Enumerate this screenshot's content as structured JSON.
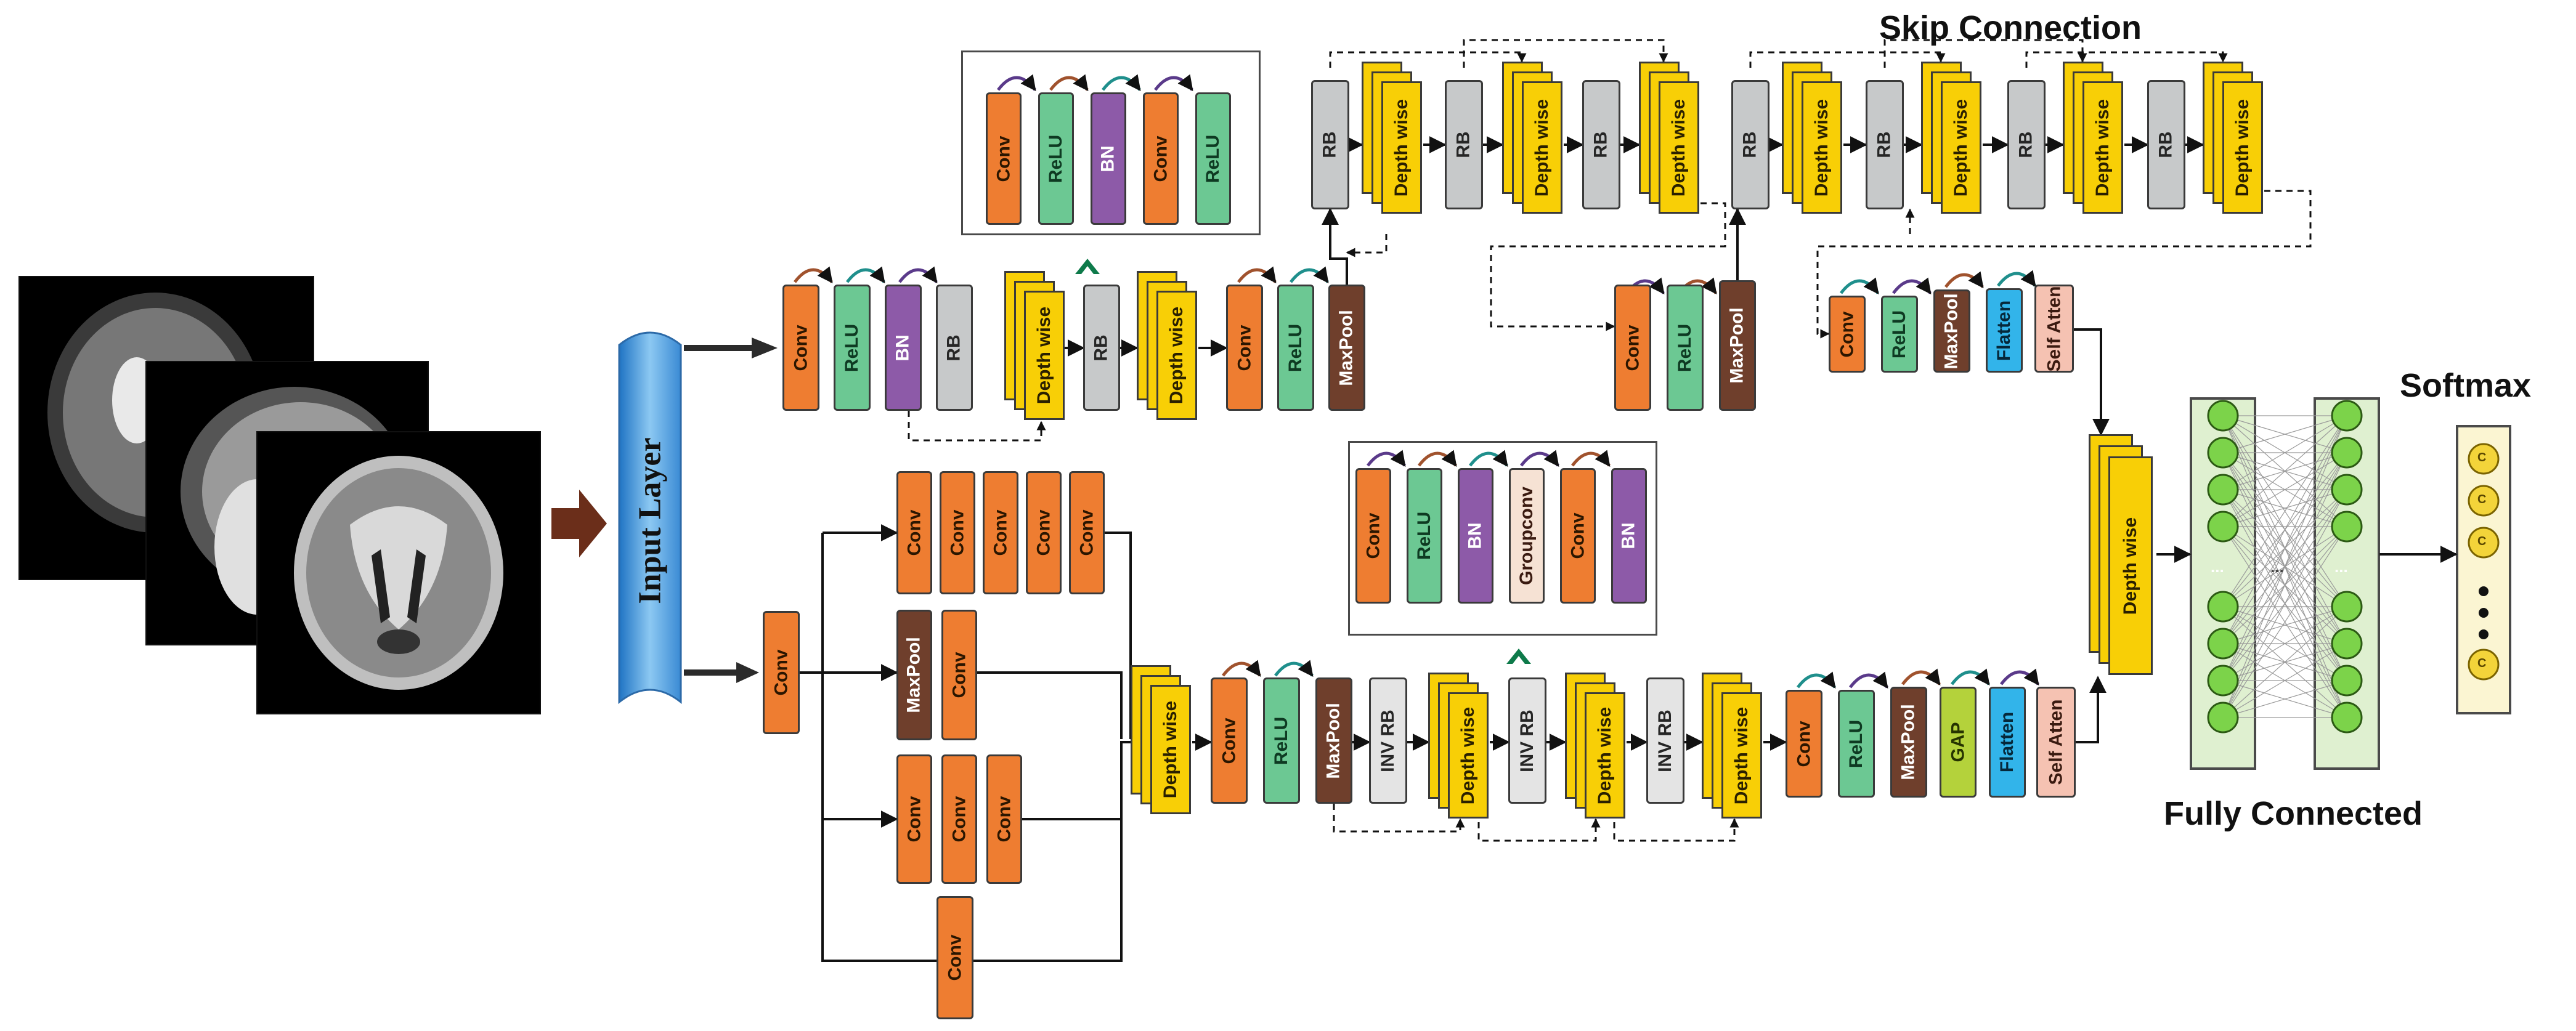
{
  "labels": {
    "input_layer": "Input Layer",
    "skip_connection": "Skip Connection",
    "softmax": "Softmax",
    "fully_connected": "Fully Connected",
    "neuron_dots": "...",
    "output_symbol": "C"
  },
  "blocks": {
    "conv": "Conv",
    "relu": "ReLU",
    "bn": "BN",
    "rb": "RB",
    "depth_wise": "Depth wise",
    "maxpool": "MaxPool",
    "flatten": "Flatten",
    "self_atten": "Self Atten",
    "inv_rb": "INV RB",
    "gap": "GAP",
    "groupconv": "Groupconv"
  },
  "colors": {
    "conv": "#ee7d31",
    "relu": "#6cc893",
    "bn": "#8d5aa8",
    "rb": "#c7c9ca",
    "maxpool": "#6f3f2c",
    "flatten": "#32b4ea",
    "self_atten": "#f5c2b2",
    "gap": "#b4d23b",
    "depth_wise": "#f8cf06",
    "inv_rb": "#e4e4e4",
    "groupconv": "#f6e2d4",
    "input_layer": "#4d9fdc",
    "arrow_brown": "#6b2e1a",
    "neuron": "#7cd34a",
    "fc_panel": "#dff0d0",
    "softmax_panel": "#fbf5d2",
    "skip_bend": "#1f8f8c",
    "accent_chevron": "#0e7a4a"
  },
  "icons": [
    "mri-scan-image",
    "brown-right-arrow-icon",
    "double-chevron-up-icon",
    "skip-bend-arrow-icon"
  ]
}
